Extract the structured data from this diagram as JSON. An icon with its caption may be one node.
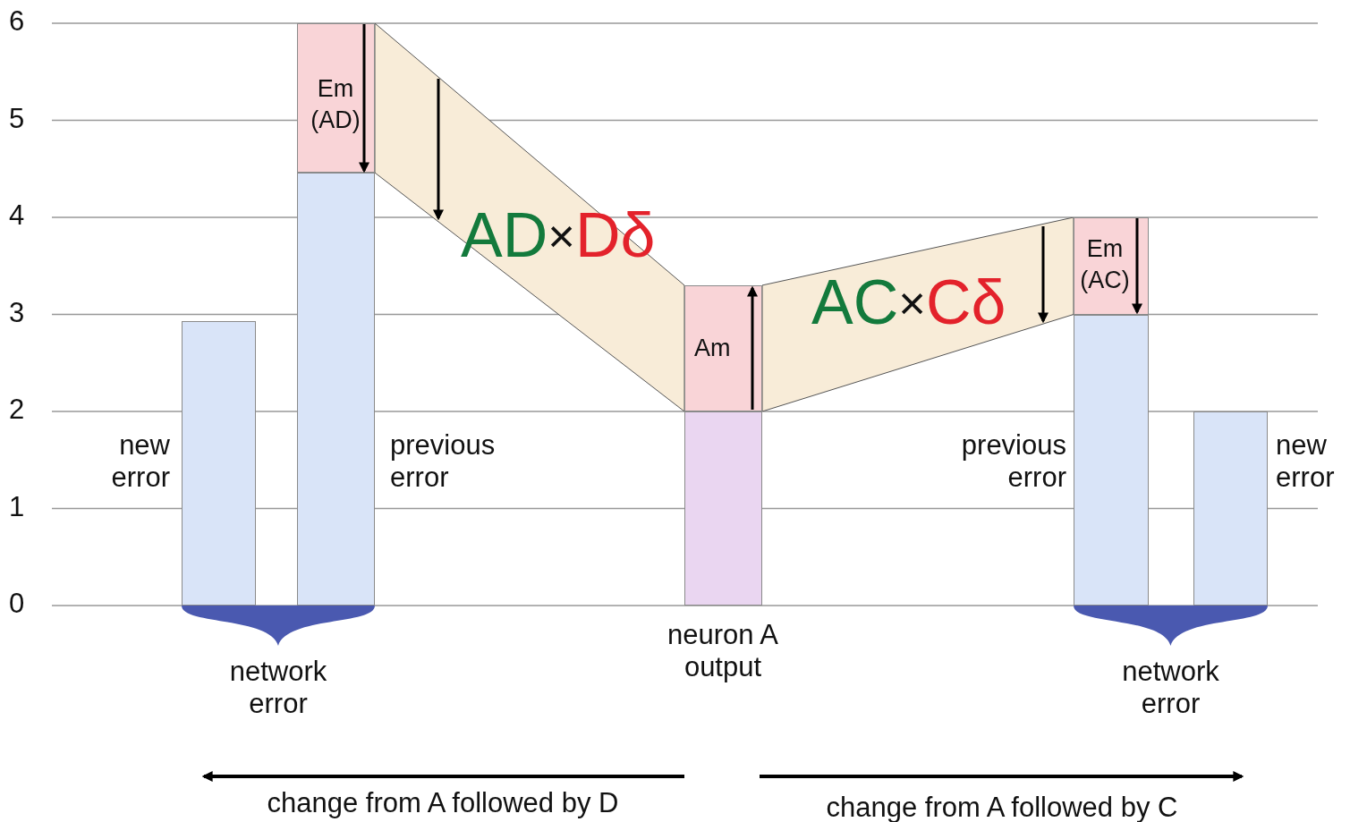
{
  "diagram": {
    "nodes": [
      {
        "text": [],
        "shape": "bar",
        "beside": [
          "new error"
        ]
      },
      {
        "text": [
          "Em (AD)"
        ]
      },
      {
        "text": [],
        "shape": "bar",
        "beside": [
          "previous error"
        ]
      },
      {
        "text": [
          "AD",
          "×",
          "Dδ"
        ]
      },
      {
        "text": [
          "Am"
        ]
      },
      {
        "text": [],
        "shape": "bar",
        "beside": [
          "neuron A output"
        ]
      },
      {
        "text": [
          "AC",
          "×",
          "Cδ"
        ]
      },
      {
        "text": [
          "Em (AC)"
        ]
      },
      {
        "text": [],
        "shape": "bar",
        "beside": [
          "previous error"
        ]
      },
      {
        "text": [],
        "shape": "bar",
        "beside": [
          "new error"
        ]
      },
      {
        "text": [
          "network error"
        ]
      },
      {
        "text": [
          "network error"
        ]
      }
    ],
    "labels": [
      "6",
      "5",
      "4",
      "3",
      "2",
      "1",
      "0",
      "change from A followed by D",
      "change from A followed by C"
    ]
  }
}
